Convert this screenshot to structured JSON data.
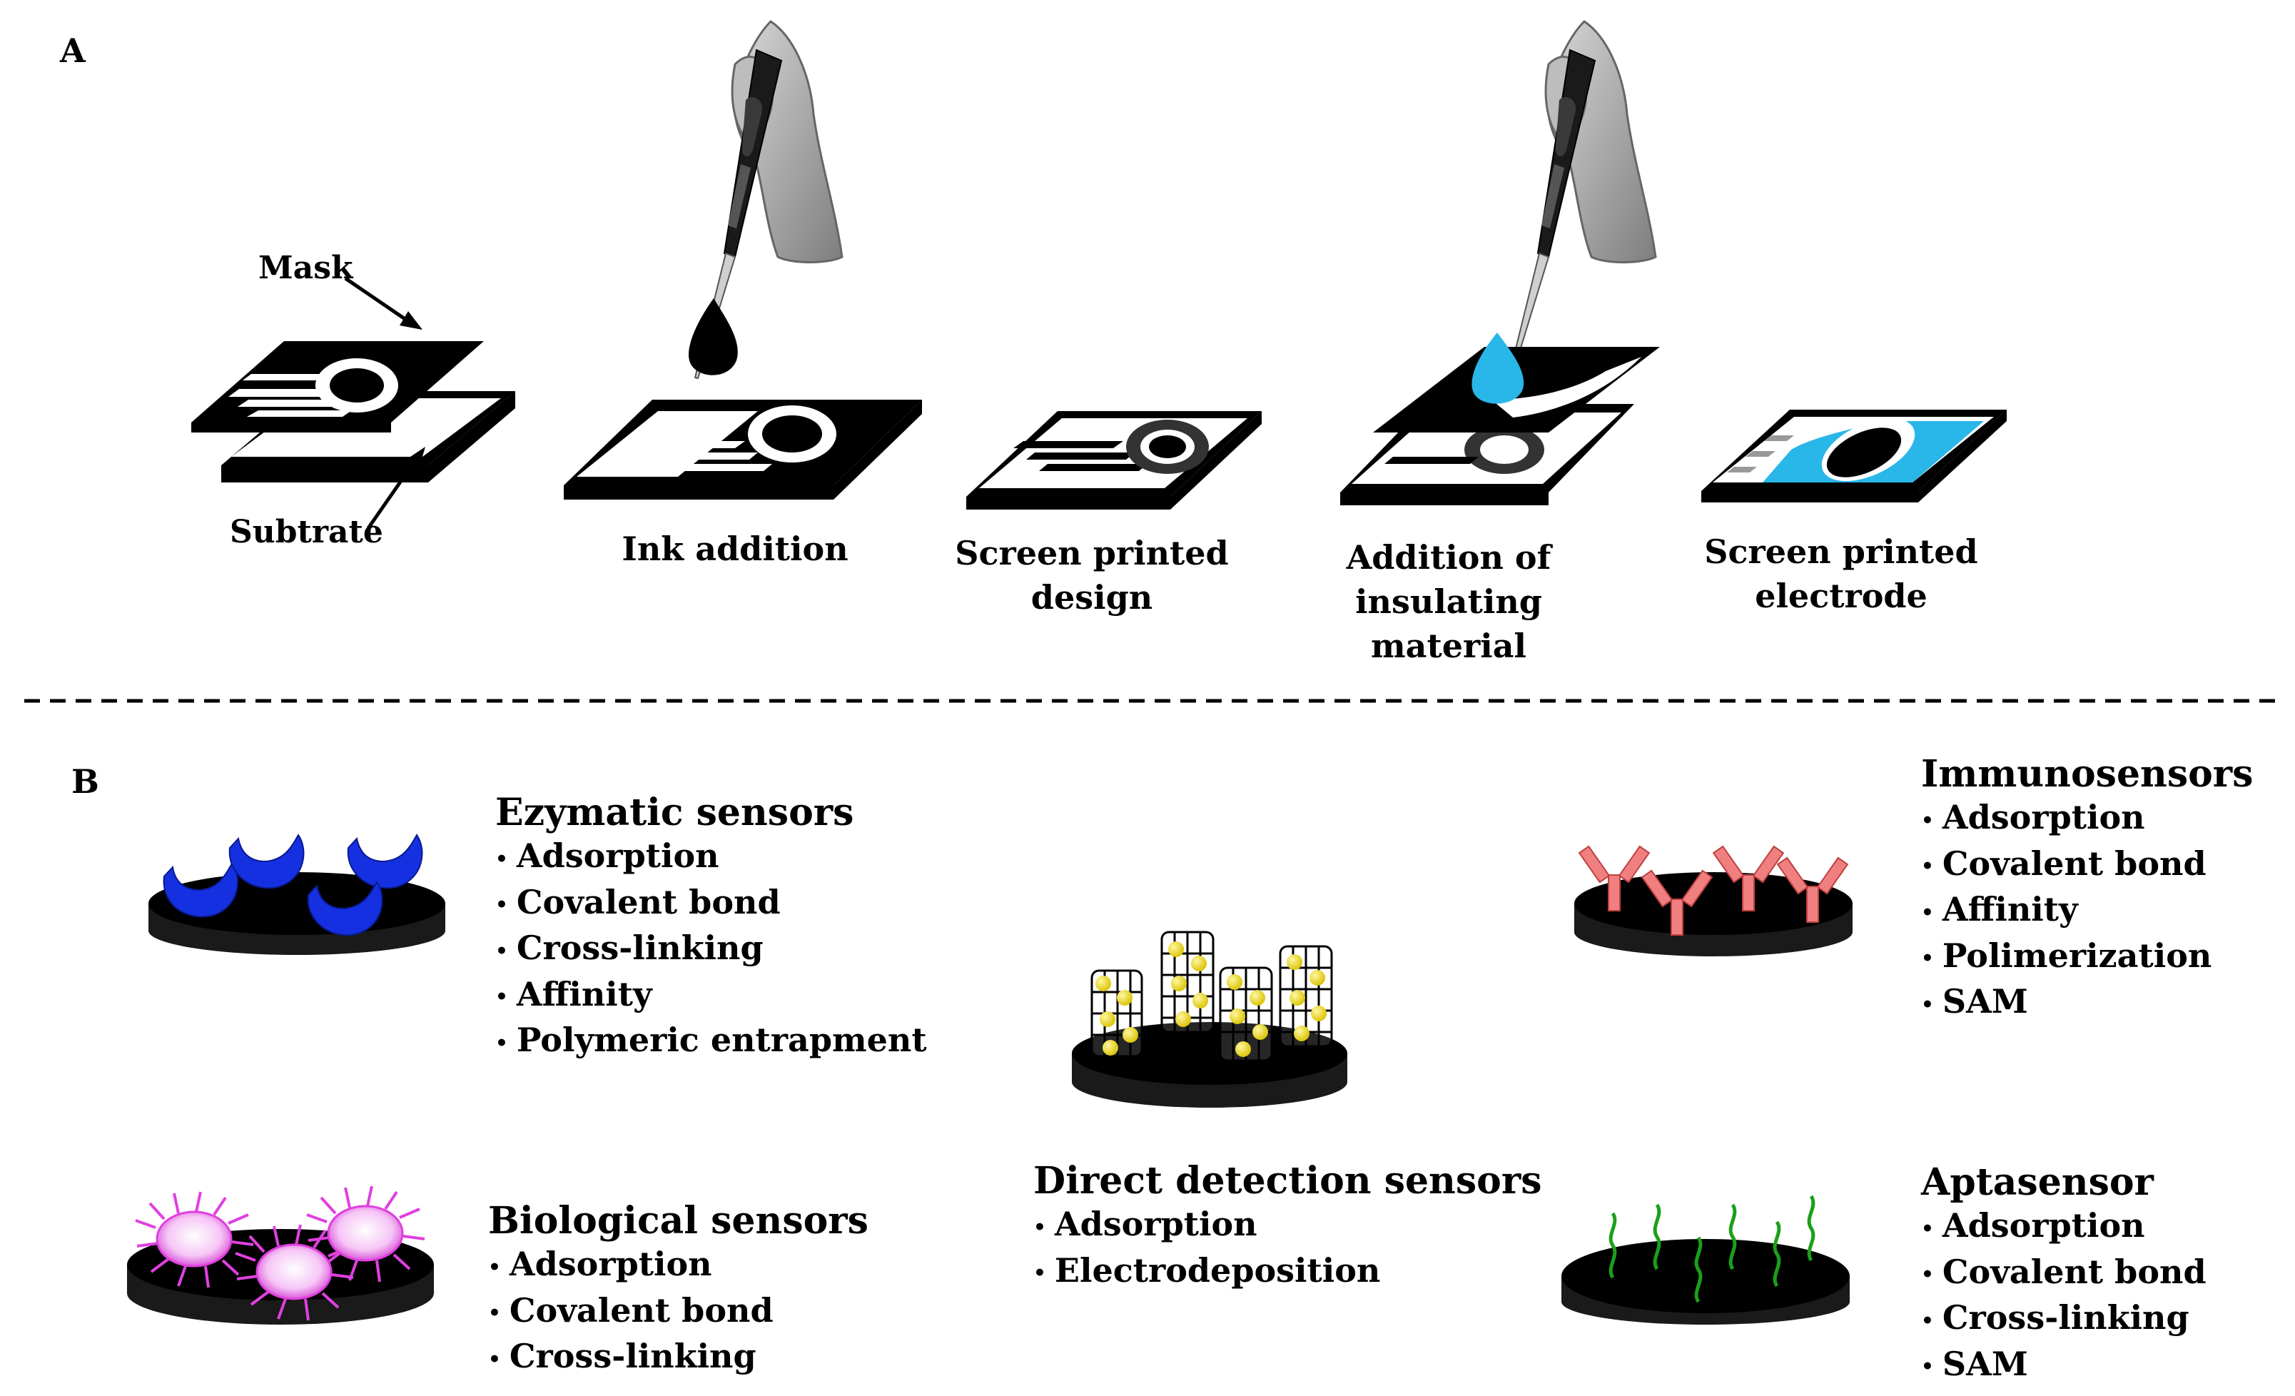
{
  "panel_a": {
    "letter": "A",
    "labels": {
      "mask": "Mask",
      "substrate": "Subtrate"
    },
    "steps": [
      {
        "label": "Ink addition"
      },
      {
        "label": "Screen printed",
        "label2": "design"
      },
      {
        "label": "Addition of",
        "label2": "insulating material"
      },
      {
        "label": "Screen printed",
        "label2": "electrode"
      }
    ],
    "colors": {
      "ink": "#000000",
      "insulating": "#29b6e8",
      "hand": "#a9a9a9"
    }
  },
  "panel_b": {
    "letter": "B",
    "sensors": {
      "enzymatic": {
        "title": "Ezymatic sensors",
        "methods": [
          "Adsorption",
          "Covalent bond",
          "Cross-linking",
          "Affinity",
          "Polymeric entrapment"
        ],
        "color": "#1530e0"
      },
      "biological": {
        "title": "Biological sensors",
        "methods": [
          "Adsorption",
          "Covalent bond",
          "Cross-linking"
        ],
        "color": "#e040e0"
      },
      "direct": {
        "title": "Direct detection sensors",
        "methods": [
          "Adsorption",
          "Electrodeposition"
        ],
        "color": "#f2e21a"
      },
      "immuno": {
        "title": "Immunosensors",
        "methods": [
          "Adsorption",
          "Covalent bond",
          "Affinity",
          "Polimerization",
          "SAM"
        ],
        "color": "#f08080"
      },
      "apta": {
        "title": "Aptasensor",
        "methods": [
          "Adsorption",
          "Covalent bond",
          "Cross-linking",
          "SAM"
        ],
        "color": "#1aa01a"
      }
    }
  }
}
